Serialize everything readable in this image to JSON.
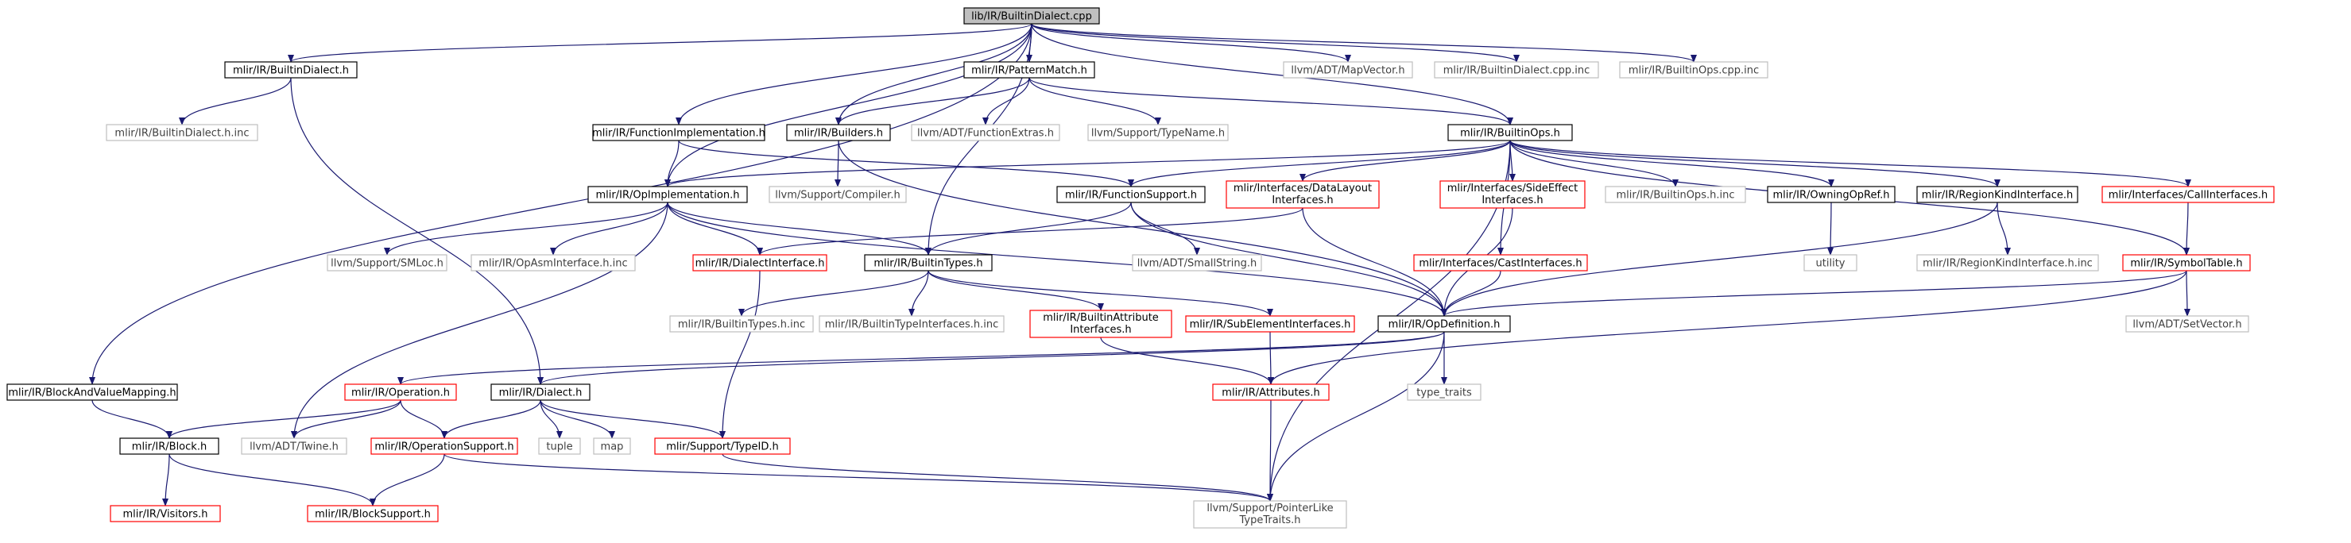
{
  "graph": {
    "colors": {
      "edge": "#191970",
      "border_root": "#000000",
      "fill_root": "#bfbfbf",
      "border_documented": "#000000",
      "border_linked": "#ff0000",
      "border_external": "#bfbfbf",
      "text": "#000000",
      "text_external": "#404040"
    },
    "nodes": [
      {
        "id": "root",
        "kind": "root",
        "lines": [
          "lib/IR/BuiltinDialect.cpp"
        ]
      },
      {
        "id": "builtindialect_h",
        "kind": "documented",
        "lines": [
          "mlir/IR/BuiltinDialect.h"
        ]
      },
      {
        "id": "patternmatch_h",
        "kind": "documented",
        "lines": [
          "mlir/IR/PatternMatch.h"
        ]
      },
      {
        "id": "mapvector_h",
        "kind": "external",
        "lines": [
          "llvm/ADT/MapVector.h"
        ]
      },
      {
        "id": "builtindialect_cpp_inc",
        "kind": "external",
        "lines": [
          "mlir/IR/BuiltinDialect.cpp.inc"
        ]
      },
      {
        "id": "builtinops_cpp_inc",
        "kind": "external",
        "lines": [
          "mlir/IR/BuiltinOps.cpp.inc"
        ]
      },
      {
        "id": "builtindialect_h_inc",
        "kind": "external",
        "lines": [
          "mlir/IR/BuiltinDialect.h.inc"
        ]
      },
      {
        "id": "functionimplementation_h",
        "kind": "documented",
        "lines": [
          "mlir/IR/FunctionImplementation.h"
        ]
      },
      {
        "id": "builders_h",
        "kind": "documented",
        "lines": [
          "mlir/IR/Builders.h"
        ]
      },
      {
        "id": "functionextras_h",
        "kind": "external",
        "lines": [
          "llvm/ADT/FunctionExtras.h"
        ]
      },
      {
        "id": "typename_h",
        "kind": "external",
        "lines": [
          "llvm/Support/TypeName.h"
        ]
      },
      {
        "id": "builtinops_h",
        "kind": "documented",
        "lines": [
          "mlir/IR/BuiltinOps.h"
        ]
      },
      {
        "id": "opimplementation_h",
        "kind": "documented",
        "lines": [
          "mlir/IR/OpImplementation.h"
        ]
      },
      {
        "id": "compiler_h",
        "kind": "external",
        "lines": [
          "llvm/Support/Compiler.h"
        ]
      },
      {
        "id": "functionsupport_h",
        "kind": "documented",
        "lines": [
          "mlir/IR/FunctionSupport.h"
        ]
      },
      {
        "id": "datalayoutinterfaces_h",
        "kind": "linked",
        "lines": [
          "mlir/Interfaces/DataLayout",
          "Interfaces.h"
        ]
      },
      {
        "id": "sideeffectinterfaces_h",
        "kind": "linked",
        "lines": [
          "mlir/Interfaces/SideEffect",
          "Interfaces.h"
        ]
      },
      {
        "id": "builtinops_h_inc",
        "kind": "external",
        "lines": [
          "mlir/IR/BuiltinOps.h.inc"
        ]
      },
      {
        "id": "owningopref_h",
        "kind": "documented",
        "lines": [
          "mlir/IR/OwningOpRef.h"
        ]
      },
      {
        "id": "regionkindinterface_h",
        "kind": "documented",
        "lines": [
          "mlir/IR/RegionKindInterface.h"
        ]
      },
      {
        "id": "callinterfaces_h",
        "kind": "linked",
        "lines": [
          "mlir/Interfaces/CallInterfaces.h"
        ]
      },
      {
        "id": "smloc_h",
        "kind": "external",
        "lines": [
          "llvm/Support/SMLoc.h"
        ]
      },
      {
        "id": "opasminterface_h_inc",
        "kind": "external",
        "lines": [
          "mlir/IR/OpAsmInterface.h.inc"
        ]
      },
      {
        "id": "dialectinterface_h",
        "kind": "linked",
        "lines": [
          "mlir/IR/DialectInterface.h"
        ]
      },
      {
        "id": "builtintypes_h",
        "kind": "documented",
        "lines": [
          "mlir/IR/BuiltinTypes.h"
        ]
      },
      {
        "id": "smallstring_h",
        "kind": "external",
        "lines": [
          "llvm/ADT/SmallString.h"
        ]
      },
      {
        "id": "castinterfaces_h",
        "kind": "linked",
        "lines": [
          "mlir/Interfaces/CastInterfaces.h"
        ]
      },
      {
        "id": "utility",
        "kind": "external",
        "lines": [
          "utility"
        ]
      },
      {
        "id": "regionkindinterface_h_inc",
        "kind": "external",
        "lines": [
          "mlir/IR/RegionKindInterface.h.inc"
        ]
      },
      {
        "id": "symboltable_h",
        "kind": "linked",
        "lines": [
          "mlir/IR/SymbolTable.h"
        ]
      },
      {
        "id": "builtintypes_h_inc",
        "kind": "external",
        "lines": [
          "mlir/IR/BuiltinTypes.h.inc"
        ]
      },
      {
        "id": "builtintypeinterfaces_h_inc",
        "kind": "external",
        "lines": [
          "mlir/IR/BuiltinTypeInterfaces.h.inc"
        ]
      },
      {
        "id": "builtinattributeinterfaces_h",
        "kind": "linked",
        "lines": [
          "mlir/IR/BuiltinAttribute",
          "Interfaces.h"
        ]
      },
      {
        "id": "subelementinterfaces_h",
        "kind": "linked",
        "lines": [
          "mlir/IR/SubElementInterfaces.h"
        ]
      },
      {
        "id": "opdefinition_h",
        "kind": "documented",
        "lines": [
          "mlir/IR/OpDefinition.h"
        ]
      },
      {
        "id": "setvector_h",
        "kind": "external",
        "lines": [
          "llvm/ADT/SetVector.h"
        ]
      },
      {
        "id": "blockandvaluemapping_h",
        "kind": "documented",
        "lines": [
          "mlir/IR/BlockAndValueMapping.h"
        ]
      },
      {
        "id": "operation_h",
        "kind": "linked",
        "lines": [
          "mlir/IR/Operation.h"
        ]
      },
      {
        "id": "dialect_h",
        "kind": "documented",
        "lines": [
          "mlir/IR/Dialect.h"
        ]
      },
      {
        "id": "attributes_h",
        "kind": "linked",
        "lines": [
          "mlir/IR/Attributes.h"
        ]
      },
      {
        "id": "type_traits",
        "kind": "external",
        "lines": [
          "type_traits"
        ]
      },
      {
        "id": "block_h",
        "kind": "documented",
        "lines": [
          "mlir/IR/Block.h"
        ]
      },
      {
        "id": "twine_h",
        "kind": "external",
        "lines": [
          "llvm/ADT/Twine.h"
        ]
      },
      {
        "id": "operationsupport_h",
        "kind": "linked",
        "lines": [
          "mlir/IR/OperationSupport.h"
        ]
      },
      {
        "id": "tuple",
        "kind": "external",
        "lines": [
          "tuple"
        ]
      },
      {
        "id": "map",
        "kind": "external",
        "lines": [
          "map"
        ]
      },
      {
        "id": "typeid_h",
        "kind": "linked",
        "lines": [
          "mlir/Support/TypeID.h"
        ]
      },
      {
        "id": "visitors_h",
        "kind": "linked",
        "lines": [
          "mlir/IR/Visitors.h"
        ]
      },
      {
        "id": "blocksupport_h",
        "kind": "linked",
        "lines": [
          "mlir/IR/BlockSupport.h"
        ]
      },
      {
        "id": "pointerliketypetraits_h",
        "kind": "external",
        "lines": [
          "llvm/Support/PointerLike",
          "TypeTraits.h"
        ]
      }
    ],
    "edges": [
      [
        "root",
        "builtindialect_h"
      ],
      [
        "root",
        "patternmatch_h"
      ],
      [
        "root",
        "mapvector_h"
      ],
      [
        "root",
        "builtindialect_cpp_inc"
      ],
      [
        "root",
        "builtinops_cpp_inc"
      ],
      [
        "root",
        "blockandvaluemapping_h"
      ],
      [
        "root",
        "functionimplementation_h"
      ],
      [
        "root",
        "builders_h"
      ],
      [
        "root",
        "builtinops_h"
      ],
      [
        "root",
        "opimplementation_h"
      ],
      [
        "root",
        "builtintypes_h"
      ],
      [
        "builtindialect_h",
        "builtindialect_h_inc"
      ],
      [
        "builtindialect_h",
        "dialect_h"
      ],
      [
        "patternmatch_h",
        "builders_h"
      ],
      [
        "patternmatch_h",
        "functionextras_h"
      ],
      [
        "patternmatch_h",
        "typename_h"
      ],
      [
        "patternmatch_h",
        "builtinops_h"
      ],
      [
        "functionimplementation_h",
        "opimplementation_h"
      ],
      [
        "functionimplementation_h",
        "functionsupport_h"
      ],
      [
        "builders_h",
        "compiler_h"
      ],
      [
        "builders_h",
        "opdefinition_h"
      ],
      [
        "builtinops_h",
        "opimplementation_h"
      ],
      [
        "builtinops_h",
        "functionsupport_h"
      ],
      [
        "builtinops_h",
        "datalayoutinterfaces_h"
      ],
      [
        "builtinops_h",
        "sideeffectinterfaces_h"
      ],
      [
        "builtinops_h",
        "builtinops_h_inc"
      ],
      [
        "builtinops_h",
        "owningopref_h"
      ],
      [
        "builtinops_h",
        "regionkindinterface_h"
      ],
      [
        "builtinops_h",
        "callinterfaces_h"
      ],
      [
        "builtinops_h",
        "castinterfaces_h"
      ],
      [
        "builtinops_h",
        "symboltable_h"
      ],
      [
        "builtinops_h",
        "pointerliketypetraits_h"
      ],
      [
        "opimplementation_h",
        "smloc_h"
      ],
      [
        "opimplementation_h",
        "opasminterface_h_inc"
      ],
      [
        "opimplementation_h",
        "dialectinterface_h"
      ],
      [
        "opimplementation_h",
        "builtintypes_h"
      ],
      [
        "opimplementation_h",
        "opdefinition_h"
      ],
      [
        "opimplementation_h",
        "twine_h"
      ],
      [
        "functionsupport_h",
        "builtintypes_h"
      ],
      [
        "functionsupport_h",
        "smallstring_h"
      ],
      [
        "functionsupport_h",
        "opdefinition_h"
      ],
      [
        "datalayoutinterfaces_h",
        "dialectinterface_h"
      ],
      [
        "datalayoutinterfaces_h",
        "opdefinition_h"
      ],
      [
        "sideeffectinterfaces_h",
        "opdefinition_h"
      ],
      [
        "owningopref_h",
        "utility"
      ],
      [
        "regionkindinterface_h",
        "regionkindinterface_h_inc"
      ],
      [
        "regionkindinterface_h",
        "opdefinition_h"
      ],
      [
        "callinterfaces_h",
        "symboltable_h"
      ],
      [
        "castinterfaces_h",
        "opdefinition_h"
      ],
      [
        "symboltable_h",
        "setvector_h"
      ],
      [
        "symboltable_h",
        "opdefinition_h"
      ],
      [
        "symboltable_h",
        "attributes_h"
      ],
      [
        "dialectinterface_h",
        "typeid_h"
      ],
      [
        "builtintypes_h",
        "builtintypes_h_inc"
      ],
      [
        "builtintypes_h",
        "builtintypeinterfaces_h_inc"
      ],
      [
        "builtintypes_h",
        "builtinattributeinterfaces_h"
      ],
      [
        "builtintypes_h",
        "subelementinterfaces_h"
      ],
      [
        "builtinattributeinterfaces_h",
        "attributes_h"
      ],
      [
        "subelementinterfaces_h",
        "attributes_h"
      ],
      [
        "opdefinition_h",
        "operation_h"
      ],
      [
        "opdefinition_h",
        "dialect_h"
      ],
      [
        "opdefinition_h",
        "type_traits"
      ],
      [
        "opdefinition_h",
        "pointerliketypetraits_h"
      ],
      [
        "blockandvaluemapping_h",
        "block_h"
      ],
      [
        "operation_h",
        "block_h"
      ],
      [
        "operation_h",
        "twine_h"
      ],
      [
        "operation_h",
        "operationsupport_h"
      ],
      [
        "dialect_h",
        "operationsupport_h"
      ],
      [
        "dialect_h",
        "tuple"
      ],
      [
        "dialect_h",
        "map"
      ],
      [
        "dialect_h",
        "typeid_h"
      ],
      [
        "attributes_h",
        "pointerliketypetraits_h"
      ],
      [
        "block_h",
        "visitors_h"
      ],
      [
        "block_h",
        "blocksupport_h"
      ],
      [
        "operationsupport_h",
        "blocksupport_h"
      ],
      [
        "operationsupport_h",
        "pointerliketypetraits_h"
      ],
      [
        "typeid_h",
        "pointerliketypetraits_h"
      ]
    ]
  }
}
